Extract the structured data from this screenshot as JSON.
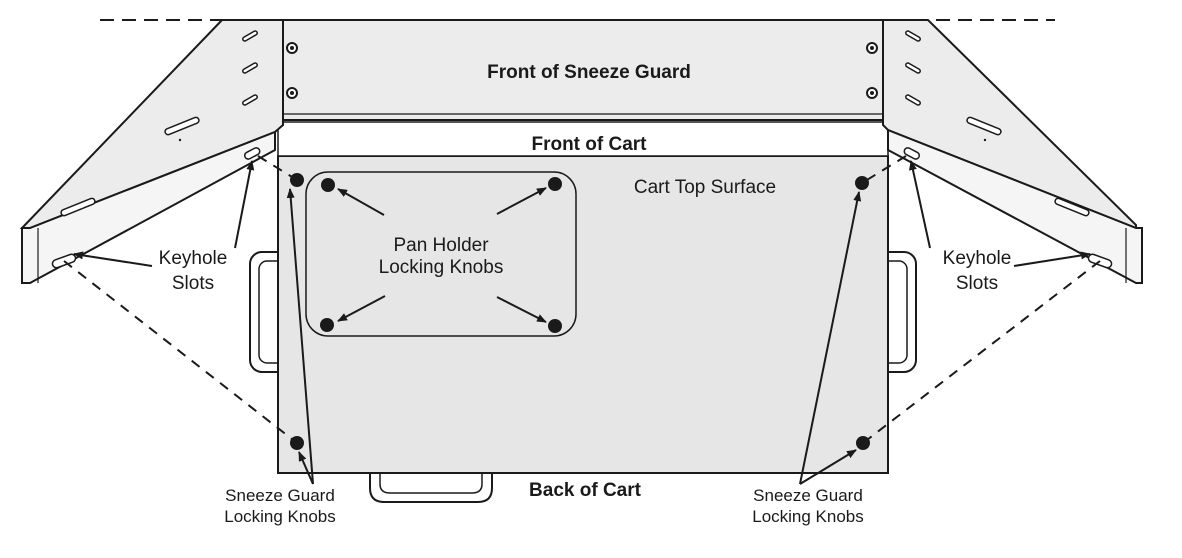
{
  "diagram": {
    "labels": {
      "front_of_sneeze_guard": "Front of Sneeze Guard",
      "front_of_cart": "Front of Cart",
      "cart_top_surface": "Cart Top Surface",
      "pan_holder_line1": "Pan Holder",
      "pan_holder_line2": "Locking Knobs",
      "keyhole_left_line1": "Keyhole",
      "keyhole_left_line2": "Slots",
      "keyhole_right_line1": "Keyhole",
      "keyhole_right_line2": "Slots",
      "back_of_cart": "Back of Cart",
      "sneeze_left_line1": "Sneeze Guard",
      "sneeze_left_line2": "Locking Knobs",
      "sneeze_right_line1": "Sneeze Guard",
      "sneeze_right_line2": "Locking Knobs"
    },
    "colors": {
      "ink": "#1a1a1a",
      "panel_fill": "#ececec",
      "cart_fill": "#e6e6e6"
    }
  }
}
